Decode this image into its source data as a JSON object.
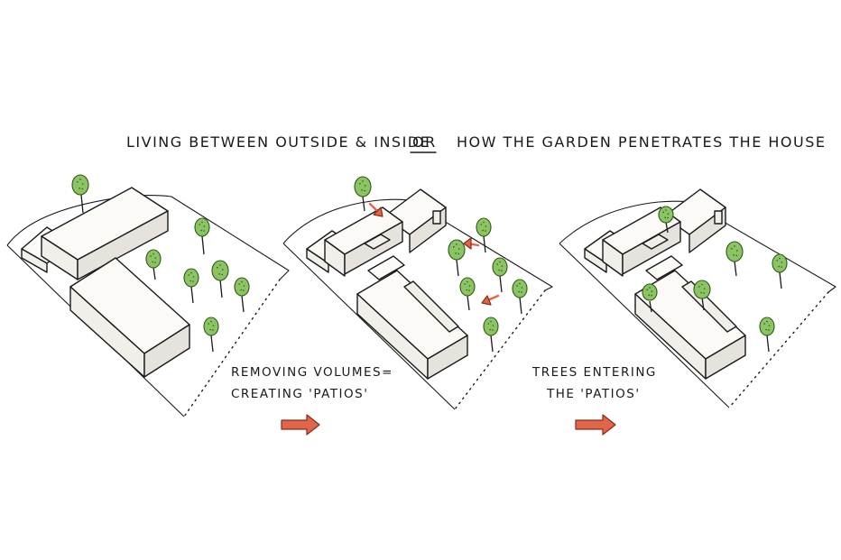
{
  "title": {
    "part1": "LIVING BETWEEN OUTSIDE & INSIDE",
    "connector": "OR",
    "part2": "HOW THE GARDEN PENETRATES THE HOUSE"
  },
  "steps": [
    {
      "line1": "REMOVING VOLUMES=",
      "line2": "CREATING 'PATIOS'"
    },
    {
      "line1": "TREES ENTERING",
      "line2": "THE 'PATIOS'"
    }
  ],
  "colors": {
    "tree_fill": "#8cc463",
    "tree_stroke": "#2d5a1c",
    "arrow_fill": "#e0664a",
    "arrow_stroke": "#8a2a18",
    "ink": "#1a1a1a"
  }
}
